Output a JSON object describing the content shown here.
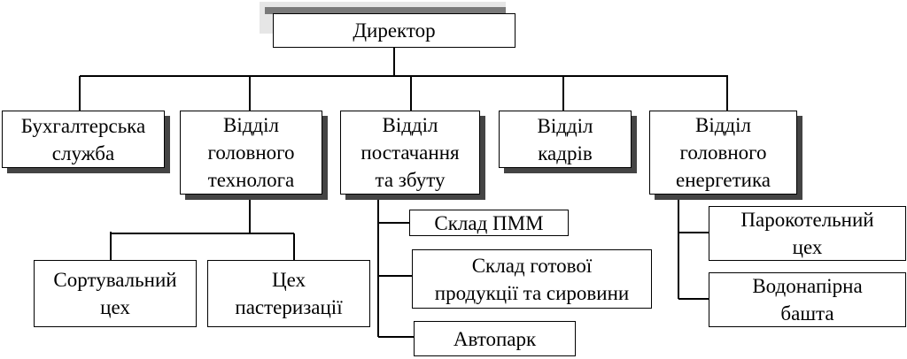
{
  "nodes": {
    "director": "Директор",
    "accounting": "Бухгалтерська\nслужба",
    "chief_technologist": "Відділ\nголовного\nтехнолога",
    "supply_sales": "Відділ\nпостачання\nта збуту",
    "hr": "Відділ\nкадрів",
    "chief_power_engineer": "Відділ\nголовного\nенергетика",
    "sorting_shop": "Сортувальний\nцех",
    "pasteurization_shop": "Цех\nпастеризації",
    "fuel_warehouse": "Склад ПММ",
    "products_warehouse": "Склад готової\nпродукції та сировини",
    "motor_pool": "Автопарк",
    "boiler_shop": "Парокотельний\nцех",
    "water_tower": "Водонапірна\nбашта"
  },
  "colors": {
    "line": "#000000",
    "shadow": "#444444"
  }
}
